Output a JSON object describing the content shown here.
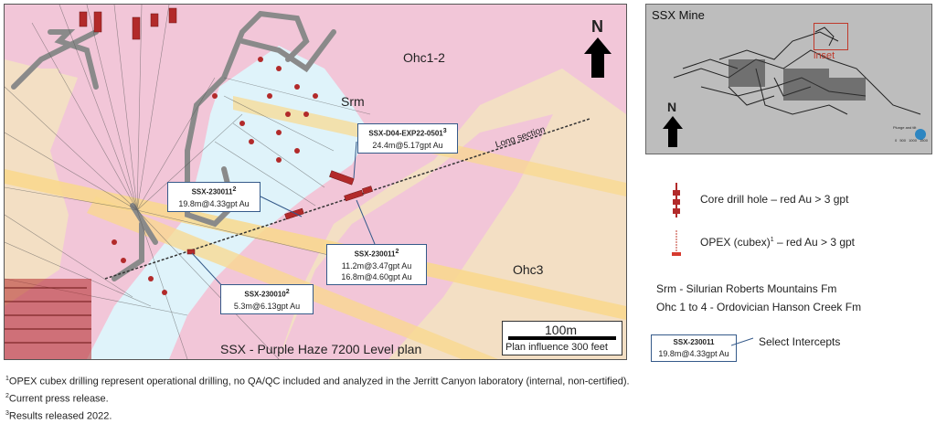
{
  "map": {
    "north_label": "N",
    "units": [
      "Ohc1-2",
      "Srm",
      "Ohc3"
    ],
    "long_section_label": "Long section",
    "title": "SSX - Purple Haze 7200 Level plan",
    "scale_label": "100m",
    "plan_influence": "Plan influence 300 feet",
    "callouts": [
      {
        "id": "SSX-D04-EXP22-0501",
        "sup": "3",
        "lines": [
          "24.4m@5.17gpt Au"
        ]
      },
      {
        "id": "SSX-230011",
        "sup": "2",
        "lines": [
          "19.8m@4.33gpt Au"
        ]
      },
      {
        "id": "SSX-230011",
        "sup": "2",
        "lines": [
          "11.2m@3.47gpt Au",
          "16.8m@4.60gpt Au"
        ]
      },
      {
        "id": "SSX-230010",
        "sup": "2",
        "lines": [
          "5.3m@6.13gpt Au"
        ]
      }
    ],
    "colors": {
      "pink": "#f2c6d8",
      "tan": "#f3dfc4",
      "blue": "#dff3fa",
      "yellow": "#f9d88c",
      "red": "#b22a2a"
    }
  },
  "inset": {
    "title": "SSX Mine",
    "inset_label": "inset",
    "north_label": "N",
    "scale_ticks": [
      "0",
      "500",
      "1000",
      "1500"
    ],
    "note": "Plunge and tilt"
  },
  "legend": {
    "core_drill": "Core drill hole – red Au > 3 gpt",
    "opex_prefix": "OPEX (cubex)",
    "opex_sup": "1",
    "opex_suffix": " – red Au > 3 gpt",
    "srm": "Srm - Silurian Roberts Mountains Fm",
    "ohc": "Ohc 1 to 4 - Ordovician Hanson Creek Fm",
    "sample_id": "SSX-230011",
    "sample_value": "19.8m@4.33gpt Au",
    "select_label": "Select Intercepts"
  },
  "footnotes": [
    {
      "sup": "1",
      "text": "OPEX cubex  drilling represent operational drilling, no QA/QC included and analyzed in the Jerritt Canyon laboratory (internal, non-certified)."
    },
    {
      "sup": "2",
      "text": "Current press release."
    },
    {
      "sup": "3",
      "text": "Results released 2022."
    }
  ]
}
